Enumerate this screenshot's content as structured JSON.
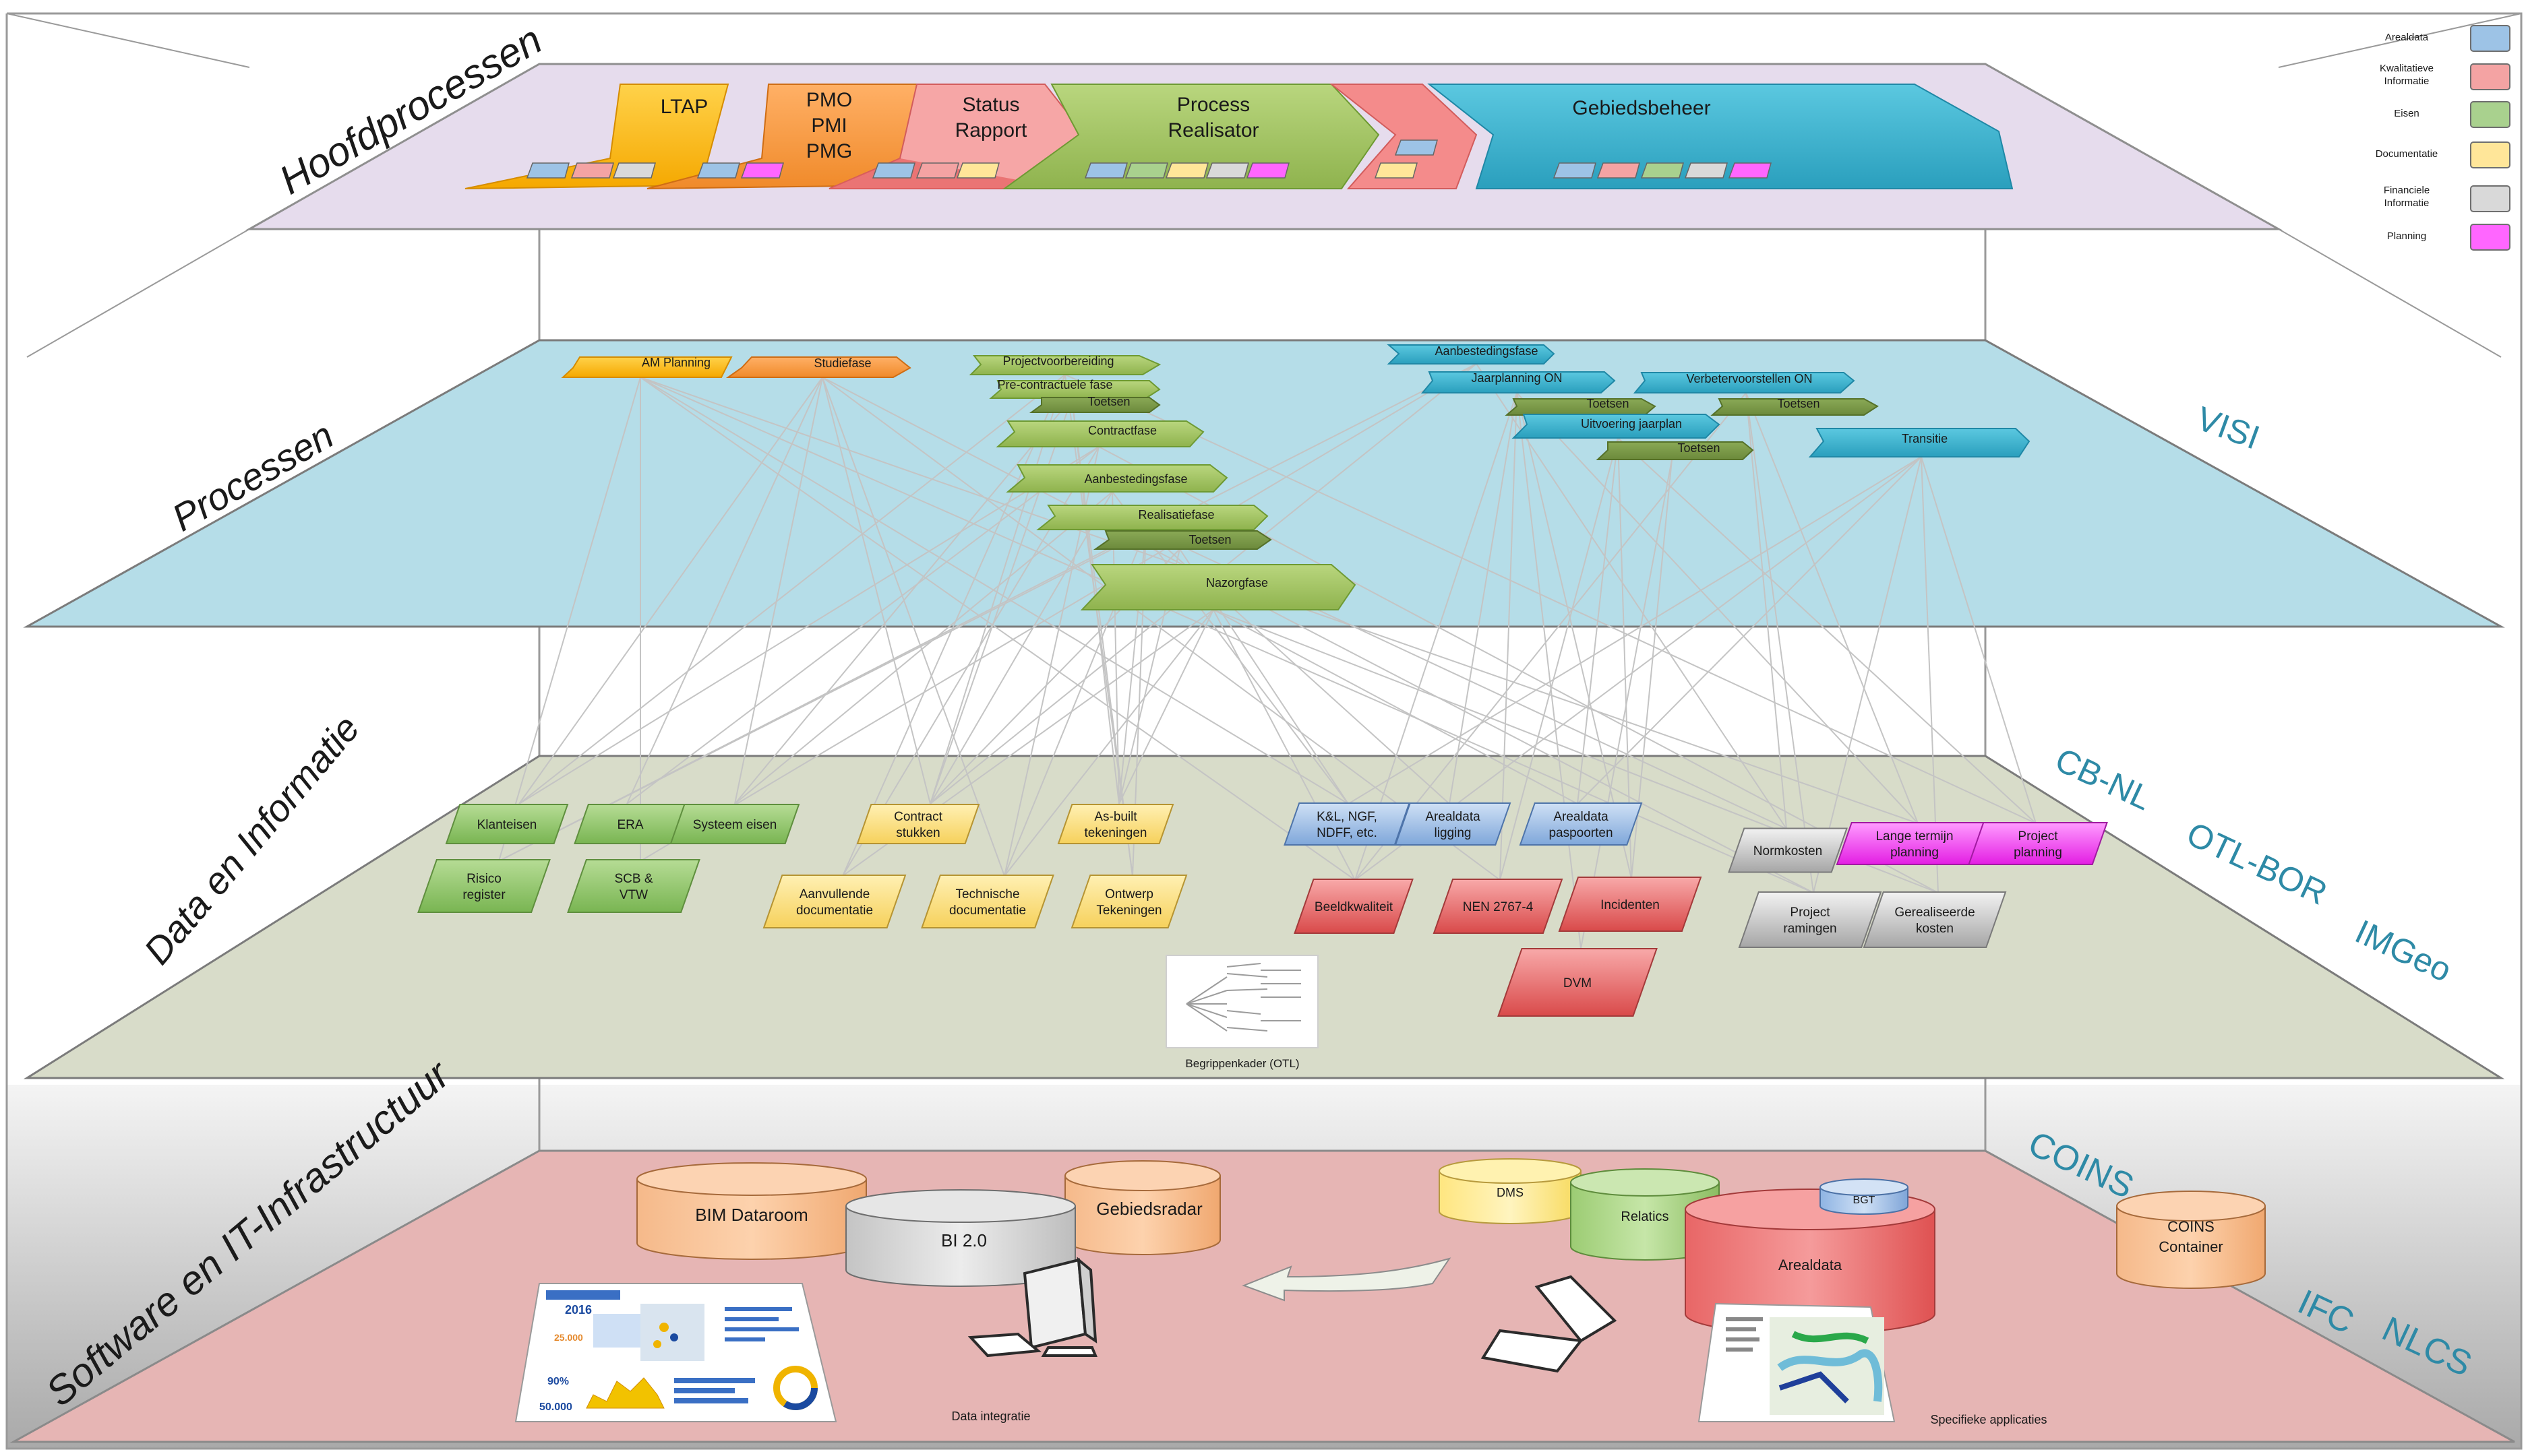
{
  "layers": {
    "hoofdprocessen": "Hoofdprocessen",
    "processen": "Processen",
    "data": "Data en Informatie",
    "software": "Software en IT-Infrastructuur"
  },
  "legend": [
    {
      "label": "Arealdata",
      "color": "#9dc3e6"
    },
    {
      "label": "Kwalitatieve Informatie",
      "color": "#f4a3a3"
    },
    {
      "label": "Eisen",
      "color": "#a9d18e"
    },
    {
      "label": "Documentatie",
      "color": "#ffe699"
    },
    {
      "label": "Financiele Informatie",
      "color": "#d9d9d9"
    },
    {
      "label": "Planning",
      "color": "#ff66ff"
    }
  ],
  "hoofdprocessen": {
    "ltap": "LTAP",
    "pmo": [
      "PMO",
      "PMI",
      "PMG"
    ],
    "status": [
      "Status",
      "Rapport"
    ],
    "process": [
      "Process",
      "Realisator"
    ],
    "gebied": "Gebiedsbeheer"
  },
  "processen": {
    "am_planning": "AM Planning",
    "studiefase": "Studiefase",
    "projectvoorbereiding": "Projectvoorbereiding",
    "precontractuele": "Pre-contractuele fase",
    "toetsen": "Toetsen",
    "contractfase": "Contractfase",
    "aanbestedingsfase": "Aanbestedingsfase",
    "realisatiefase": "Realisatiefase",
    "nazorgfase": "Nazorgfase",
    "aanbestedingsfase_on": "Aanbestedingsfase",
    "jaarplanning": "Jaarplanning ON",
    "verbetervoorstellen": "Verbetervoorstellen ON",
    "uitvoering": "Uitvoering jaarplan",
    "transitie": "Transitie"
  },
  "standards": {
    "visi": "VISI",
    "cbnl": "CB-NL",
    "otlbor": "OTL-BOR",
    "imgeo": "IMGeo",
    "coins": "COINS",
    "ifc": "IFC",
    "nlcs": "NLCS"
  },
  "data_items": {
    "klanteisen": "Klanteisen",
    "era": "ERA",
    "systeem": "Systeem eisen",
    "risico": [
      "Risico",
      "register"
    ],
    "scb": [
      "SCB &",
      "VTW"
    ],
    "contract": [
      "Contract",
      "stukken"
    ],
    "asbuilt": [
      "As-built",
      "tekeningen"
    ],
    "aanvullende": [
      "Aanvullende",
      "documentatie"
    ],
    "technische": [
      "Technische",
      "documentatie"
    ],
    "ontwerp": [
      "Ontwerp",
      "Tekeningen"
    ],
    "kl": [
      "K&L, NGF,",
      "NDFF, etc."
    ],
    "areaal_ligging": [
      "Arealdata",
      "ligging"
    ],
    "areaal_paspoort": [
      "Arealdata",
      "paspoorten"
    ],
    "beeldkwaliteit": "Beeldkwaliteit",
    "nen": "NEN 2767-4",
    "incidenten": "Incidenten",
    "dvm": "DVM",
    "normkosten": "Normkosten",
    "lange": [
      "Lange termijn",
      "planning"
    ],
    "project_planning": [
      "Project",
      "planning"
    ],
    "project_ramingen": [
      "Project",
      "ramingen"
    ],
    "gerealiseerde": [
      "Gerealiseerde",
      "kosten"
    ],
    "begrippenkader": "Begrippenkader (OTL)"
  },
  "software": {
    "bim": "BIM Dataroom",
    "bi": "BI 2.0",
    "gebiedsradar": "Gebiedsradar",
    "dms": "DMS",
    "relatics": "Relatics",
    "bgt": "BGT",
    "arealdata": "Arealdata",
    "coins": [
      "COINS",
      "Container"
    ],
    "data_integratie": "Data integratie",
    "specifieke": "Specifieke applicaties"
  },
  "dashboard": {
    "year": "2016",
    "kpi1": "25.000",
    "kpi2": "90%",
    "kpi3": "50.000"
  }
}
